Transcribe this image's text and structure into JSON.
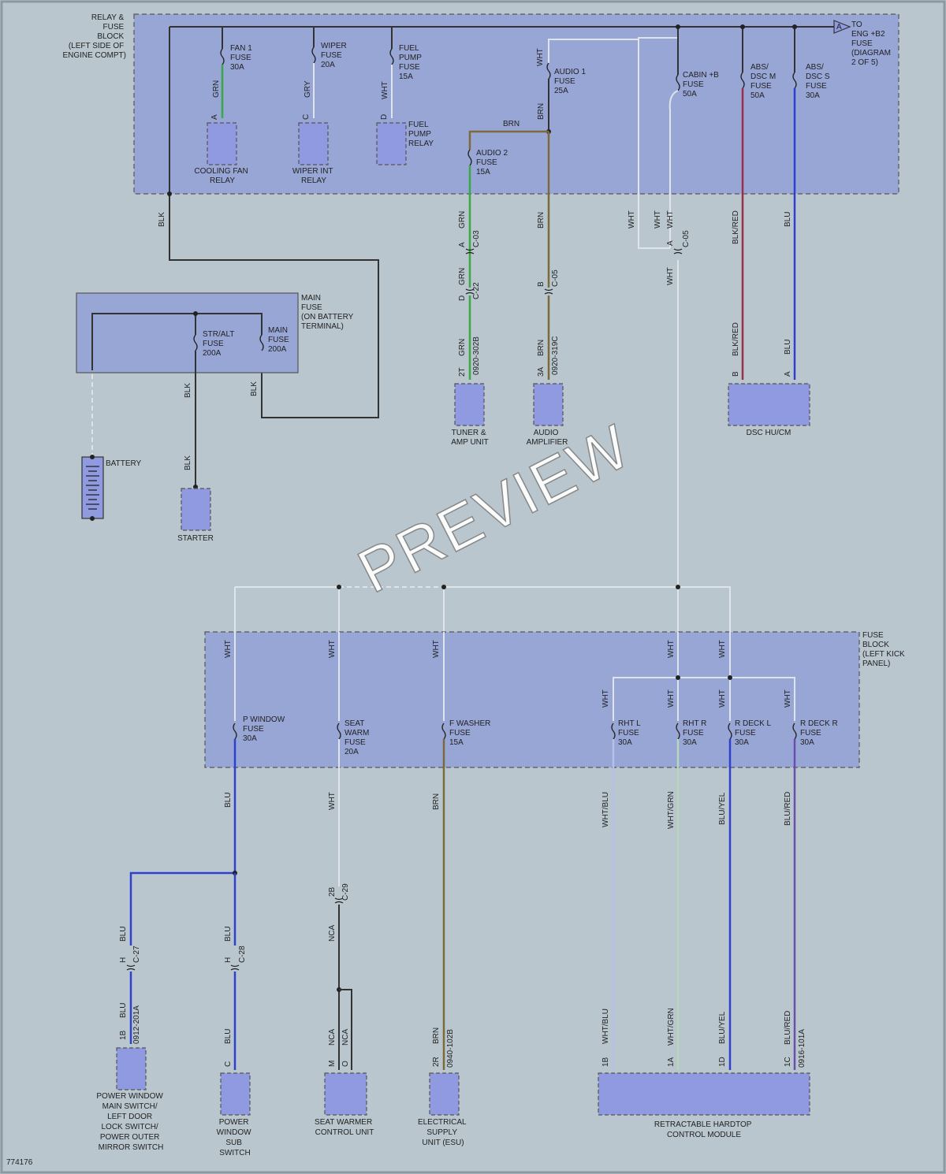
{
  "diagram_id": "774176",
  "watermark": "PREVIEW",
  "top_block": {
    "title_lines": [
      "RELAY &",
      "FUSE",
      "BLOCK",
      "(LEFT SIDE OF",
      "ENGINE COMPT)"
    ],
    "to_ref_lines": [
      "TO",
      "ENG +B2",
      "FUSE",
      "(DIAGRAM",
      "2 OF 5)"
    ],
    "to_ref_letter": "A",
    "fuses": {
      "fan1": [
        "FAN 1",
        "FUSE",
        "30A"
      ],
      "wiper": [
        "WIPER",
        "FUSE",
        "20A"
      ],
      "fuel_pump": [
        "FUEL",
        "PUMP",
        "FUSE",
        "15A"
      ],
      "audio1": [
        "AUDIO 1",
        "FUSE",
        "25A"
      ],
      "audio2": [
        "AUDIO 2",
        "FUSE",
        "15A"
      ],
      "cabin": [
        "CABIN +B",
        "FUSE",
        "50A"
      ],
      "abs_m": [
        "ABS/",
        "DSC M",
        "FUSE",
        "50A"
      ],
      "abs_s": [
        "ABS/",
        "DSC S",
        "FUSE",
        "30A"
      ]
    },
    "relays": {
      "cooling_fan": [
        "COOLING FAN",
        "RELAY"
      ],
      "wiper_int": [
        "WIPER INT",
        "RELAY"
      ],
      "fuel_pump": [
        "FUEL",
        "PUMP",
        "RELAY"
      ]
    }
  },
  "main_fuse": {
    "title_lines": [
      "MAIN",
      "FUSE",
      "(ON BATTERY",
      "TERMINAL)"
    ],
    "str_alt": [
      "STR/ALT",
      "FUSE",
      "200A"
    ],
    "main": [
      "MAIN",
      "FUSE",
      "200A"
    ]
  },
  "battery_label": "BATTERY",
  "starter_label": "STARTER",
  "tuner_label": [
    "TUNER &",
    "AMP UNIT"
  ],
  "amp_label": [
    "AUDIO",
    "AMPLIFIER"
  ],
  "dsc_label": "DSC HU/CM",
  "kick_block": {
    "title_lines": [
      "FUSE",
      "BLOCK",
      "(LEFT KICK",
      "PANEL)"
    ],
    "fuses": {
      "pwindow": [
        "P WINDOW",
        "FUSE",
        "30A"
      ],
      "seat_warm": [
        "SEAT",
        "WARM",
        "FUSE",
        "20A"
      ],
      "f_washer": [
        "F WASHER",
        "FUSE",
        "15A"
      ],
      "rht_l": [
        "RHT L",
        "FUSE",
        "30A"
      ],
      "rht_r": [
        "RHT R",
        "FUSE",
        "30A"
      ],
      "r_deck_l": [
        "R DECK L",
        "FUSE",
        "30A"
      ],
      "r_deck_r": [
        "R DECK R",
        "FUSE",
        "30A"
      ]
    }
  },
  "bottom_components": {
    "pw_main": [
      "POWER WINDOW",
      "MAIN SWITCH/",
      "LEFT DOOR",
      "LOCK SWITCH/",
      "POWER OUTER",
      "MIRROR SWITCH"
    ],
    "pw_sub": [
      "POWER",
      "WINDOW",
      "SUB",
      "SWITCH"
    ],
    "seat_warmer": [
      "SEAT WARMER",
      "CONTROL UNIT"
    ],
    "esu": [
      "ELECTRICAL",
      "SUPPLY",
      "UNIT (ESU)"
    ],
    "hardtop": [
      "RETRACTABLE HARDTOP",
      "CONTROL MODULE"
    ]
  },
  "wire_labels": {
    "blk": "BLK",
    "grn": "GRN",
    "gry": "GRY",
    "wht": "WHT",
    "brn": "BRN",
    "blu": "BLU",
    "blk_red": "BLK/RED",
    "nca": "NCA",
    "wht_blu": "WHT/BLU",
    "wht_grn": "WHT/GRN",
    "blu_yel": "BLU/YEL",
    "blu_red": "BLU/RED"
  },
  "connectors": {
    "c03": "C-03",
    "c22": "C-22",
    "c05": "C-05",
    "c27": "C-27",
    "c28": "C-28",
    "c29": "C-29",
    "p302b": "0920-302B",
    "p319c": "0920-319C",
    "p201a": "0912-201A",
    "p102b": "0940-102B",
    "p101a": "0916-101A"
  },
  "pins": {
    "a": "A",
    "b": "B",
    "c": "C",
    "d": "D",
    "h": "H",
    "m": "M",
    "o": "O",
    "p2t": "2T",
    "p3a": "3A",
    "p1b": "1B",
    "p2b": "2B",
    "p2r": "2R",
    "p1a": "1A",
    "p1d": "1D",
    "p1c": "1C"
  }
}
